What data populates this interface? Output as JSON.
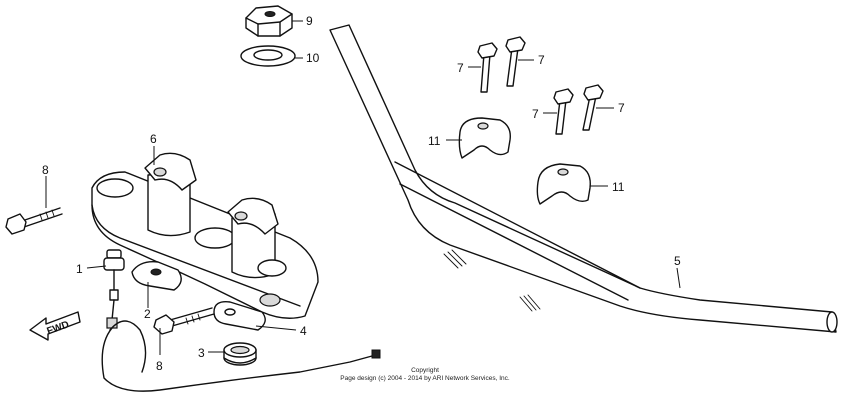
{
  "diagram": {
    "callouts": {
      "c1": "1",
      "c2": "2",
      "c3": "3",
      "c4": "4",
      "c5": "5",
      "c6": "6",
      "c7a": "7",
      "c7b": "7",
      "c7c": "7",
      "c7d": "7",
      "c8a": "8",
      "c8b": "8",
      "c9": "9",
      "c10": "10",
      "c11a": "11",
      "c11b": "11"
    },
    "fwd_label": "FWD",
    "copyright": {
      "line1": "Copyright",
      "line2": "Page design (c) 2004 - 2014 by ARI Network Services, Inc."
    }
  }
}
